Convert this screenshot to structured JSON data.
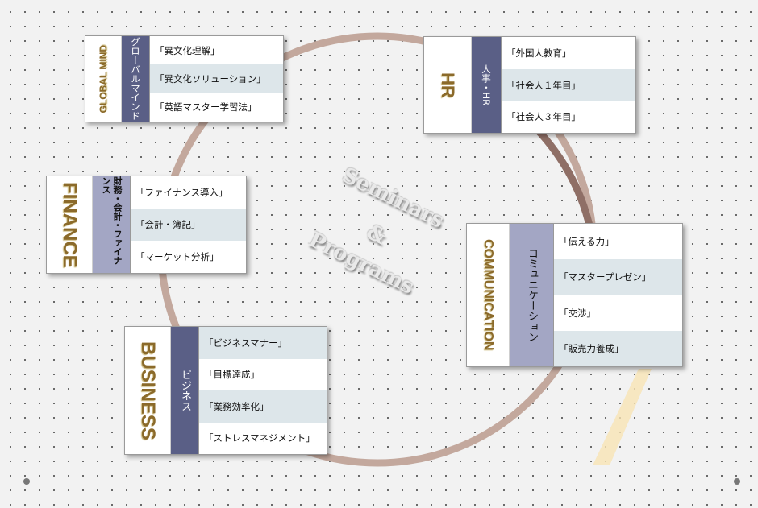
{
  "center_title": {
    "line1": "Seminars",
    "line2": "&",
    "line3": "Programs"
  },
  "cards": {
    "global": {
      "english": "GLOBAL MIND",
      "japanese": "グローバルマインド",
      "items": [
        "「異文化理解」",
        "「異文化ソリューション」",
        "「英語マスター学習法」"
      ]
    },
    "hr": {
      "english": "HR",
      "japanese": "人事・HR",
      "items": [
        "「外国人教育」",
        "「社会人１年目」",
        "「社会人３年目」"
      ]
    },
    "finance": {
      "english": "FINANCE",
      "japanese": "財務・会計・ファイナンス",
      "items": [
        "「ファイナンス導入」",
        "「会計・簿記」",
        "「マーケット分析」"
      ]
    },
    "communication": {
      "english": "COMMUNICATION",
      "japanese": "コミュニケーション",
      "items": [
        "「伝える力」",
        "「マスタープレゼン」",
        "「交渉」",
        "「販売力養成」"
      ]
    },
    "business": {
      "english": "BUSINESS",
      "japanese": "ビジネス",
      "items": [
        "「ビジネスマナー」",
        "「目標達成」",
        "「業務効率化」",
        "「ストレスマネジメント」"
      ]
    }
  },
  "colors": {
    "ring": "#b5978c",
    "jp_dark": "#5a5f86",
    "jp_light": "#a3a6c4",
    "row_shade": "#dde6ea",
    "english_gold": "#8b6a2a",
    "accent_yellow": "#f7e3b4"
  }
}
